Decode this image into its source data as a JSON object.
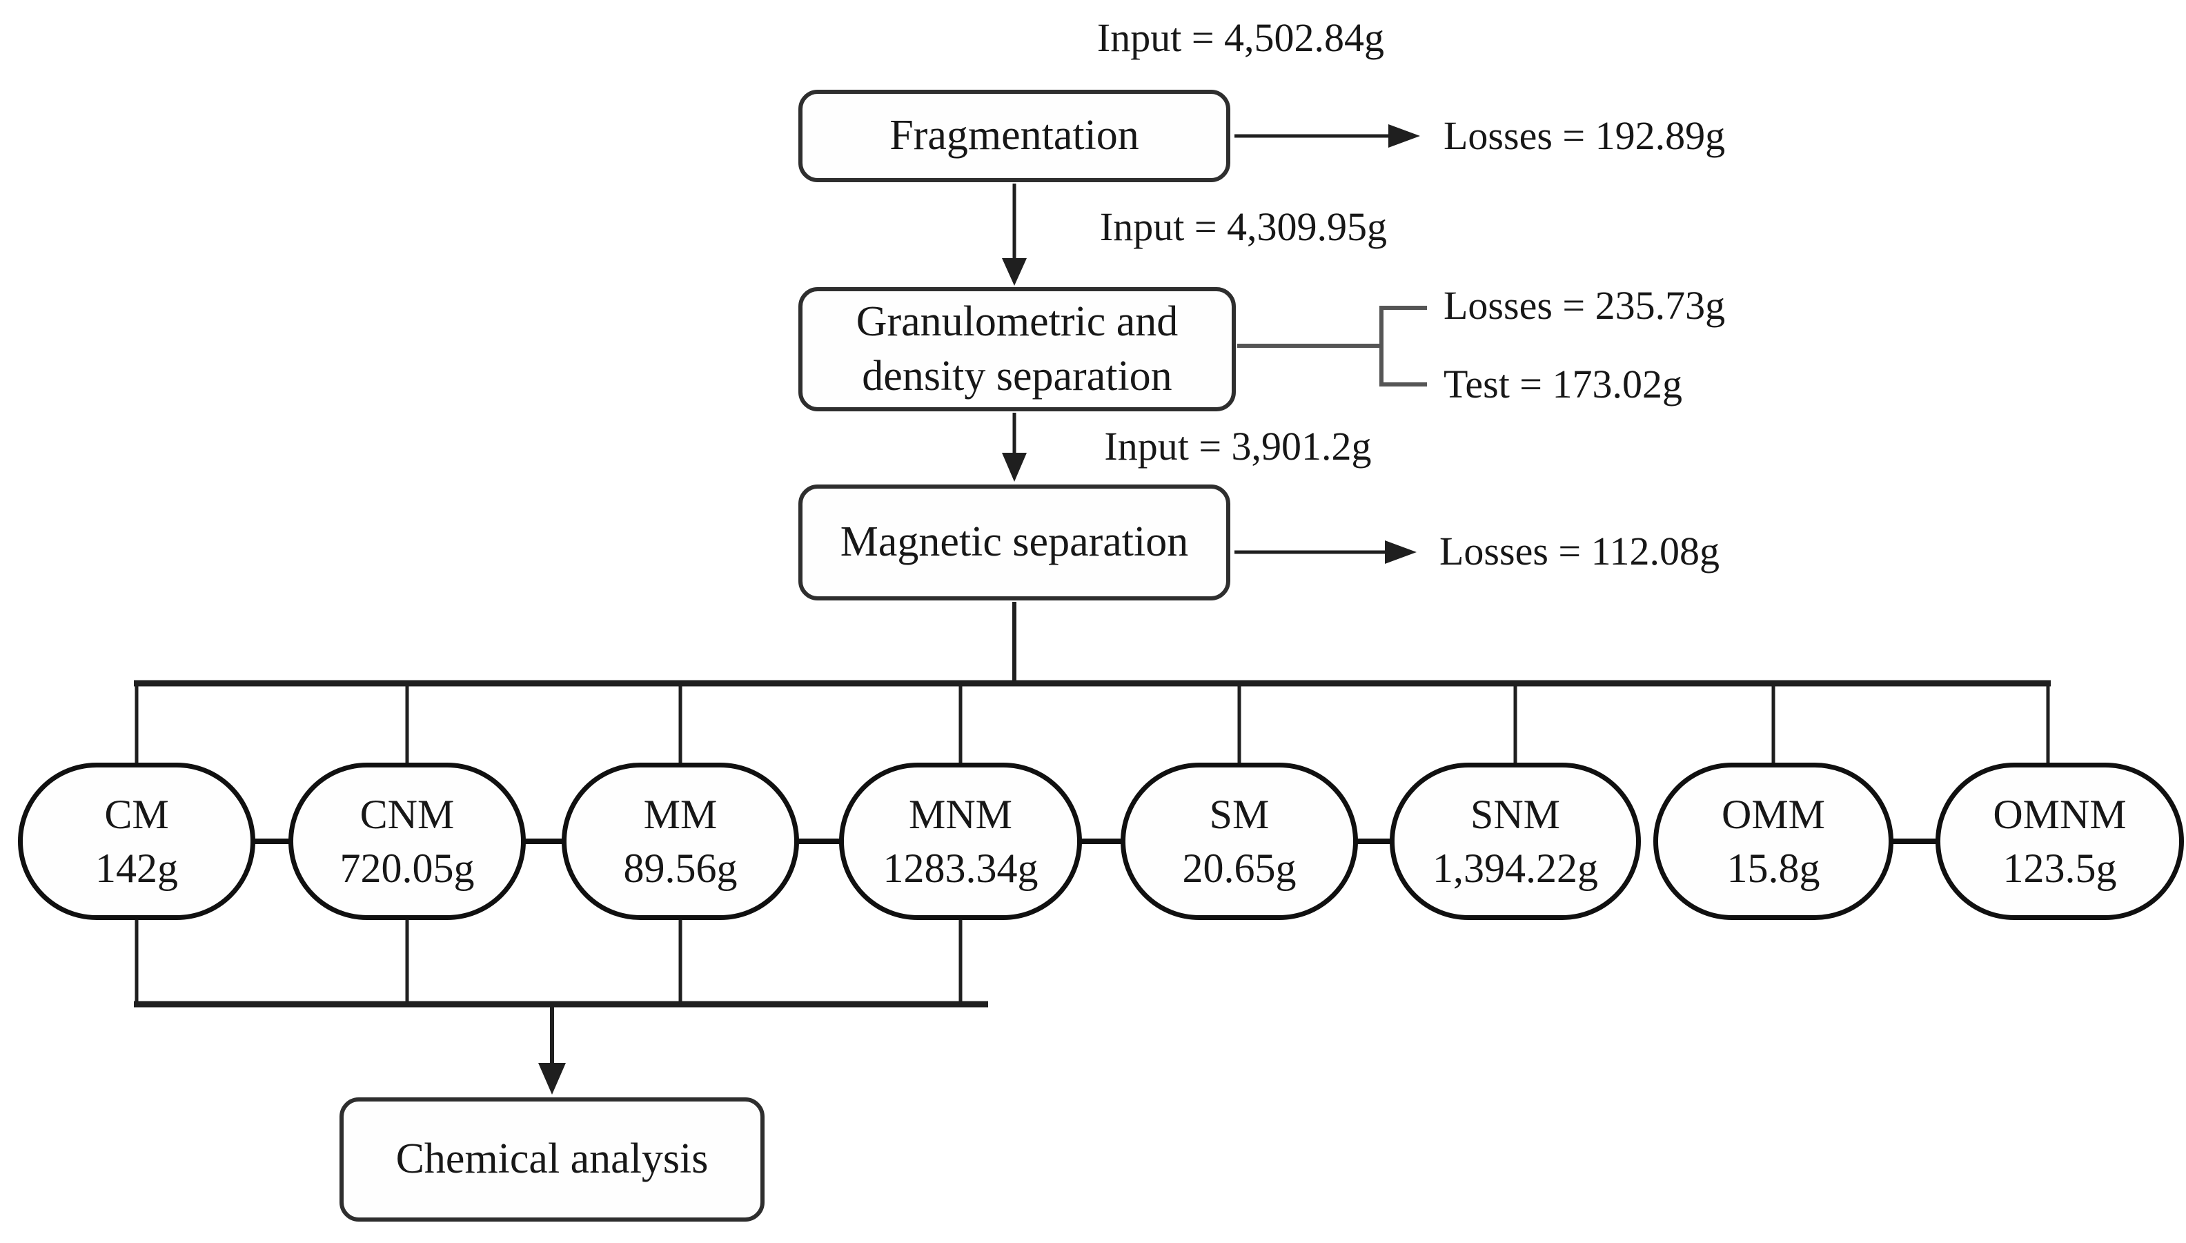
{
  "diagram": {
    "stages": [
      {
        "label": "Fragmentation",
        "input_label": "Input = 4,502.84g",
        "loss_label": "Losses = 192.89g"
      },
      {
        "label_line1": "Granulometric and",
        "label_line2": "density separation",
        "input_label": "Input = 4,309.95g",
        "loss_label": "Losses = 235.73g",
        "test_label": "Test = 173.02g"
      },
      {
        "label": "Magnetic separation",
        "input_label": "Input = 3,901.2g",
        "loss_label": "Losses = 112.08g"
      }
    ],
    "fractions": [
      {
        "code": "CM",
        "mass": "142g"
      },
      {
        "code": "CNM",
        "mass": "720.05g"
      },
      {
        "code": "MM",
        "mass": "89.56g"
      },
      {
        "code": "MNM",
        "mass": "1283.34g"
      },
      {
        "code": "SM",
        "mass": "20.65g"
      },
      {
        "code": "SNM",
        "mass": "1,394.22g"
      },
      {
        "code": "OMM",
        "mass": "15.8g"
      },
      {
        "code": "OMNM",
        "mass": "123.5g"
      }
    ],
    "final_stage": {
      "label": "Chemical analysis"
    },
    "colors": {
      "line": "#1f1f1f",
      "bracket": "#555555",
      "box_border": "#2e2e2e",
      "oval_border": "#101010",
      "background": "#ffffff",
      "text": "#171717"
    }
  }
}
